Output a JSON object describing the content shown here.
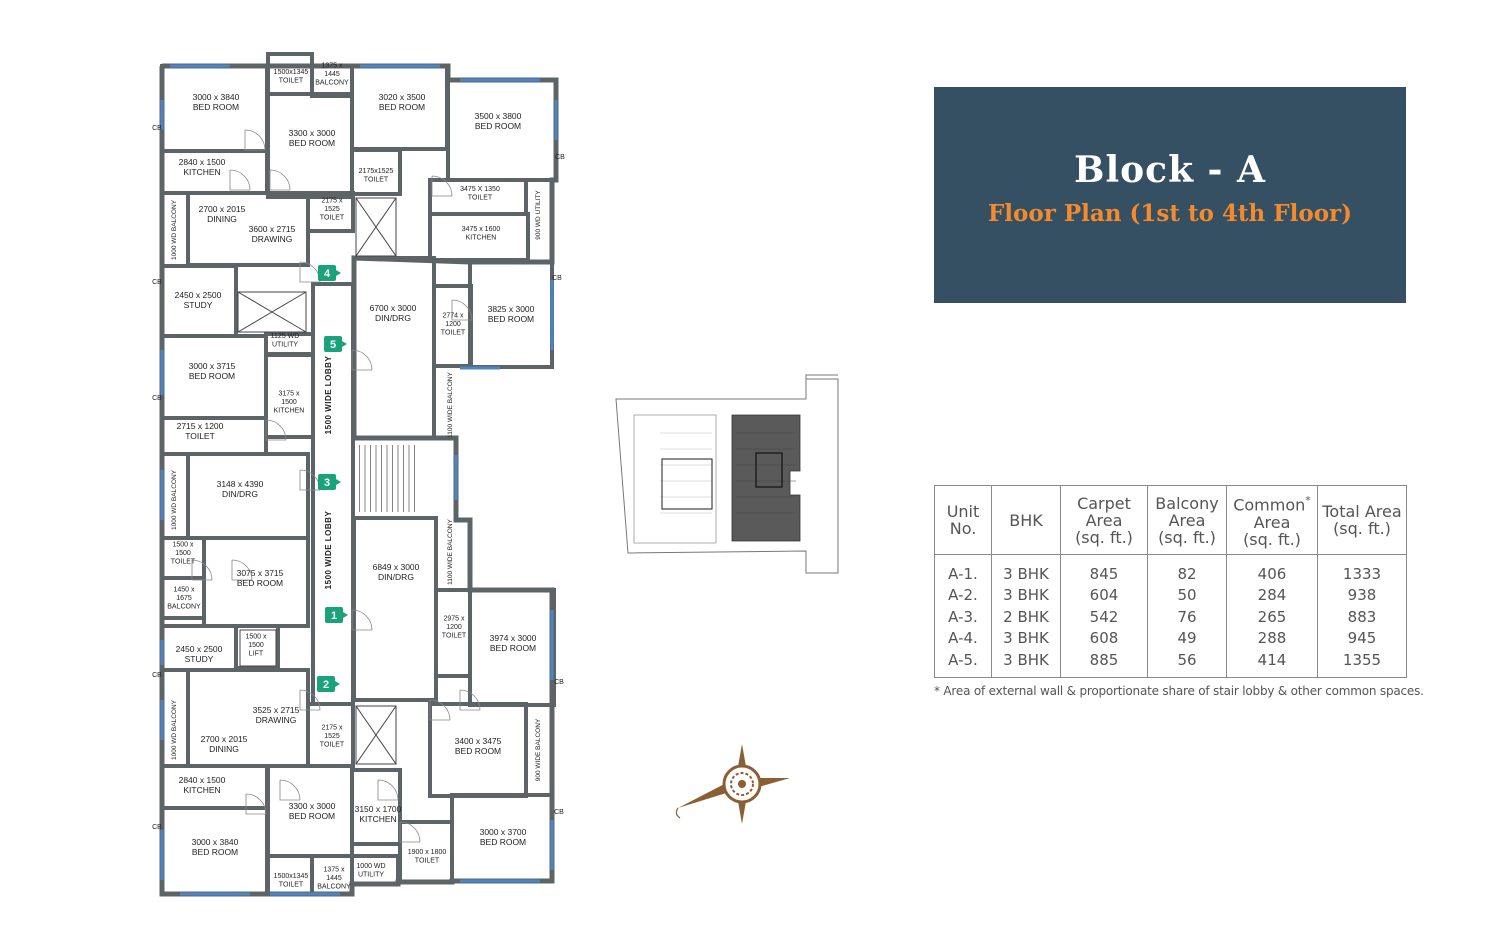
{
  "title": {
    "block": "Block - A",
    "floor_plan": "Floor Plan  (1st to 4th Floor)"
  },
  "table": {
    "headers": {
      "unit": [
        "Unit",
        "No."
      ],
      "bhk": "BHK",
      "carpet": [
        "Carpet",
        "Area",
        "(sq. ft.)"
      ],
      "balcony": [
        "Balcony",
        "Area",
        "(sq. ft.)"
      ],
      "common": [
        "Common",
        "Area",
        "(sq. ft.)"
      ],
      "common_mark": "*",
      "total": [
        "Total Area",
        "(sq. ft.)"
      ]
    },
    "rows": [
      {
        "unit": "A-1.",
        "bhk": "3 BHK",
        "carpet": "845",
        "balcony": "82",
        "common": "406",
        "total": "1333"
      },
      {
        "unit": "A-2.",
        "bhk": "3 BHK",
        "carpet": "604",
        "balcony": "50",
        "common": "284",
        "total": "938"
      },
      {
        "unit": "A-3.",
        "bhk": "2 BHK",
        "carpet": "542",
        "balcony": "76",
        "common": "265",
        "total": "883"
      },
      {
        "unit": "A-4.",
        "bhk": "3 BHK",
        "carpet": "608",
        "balcony": "49",
        "common": "288",
        "total": "945"
      },
      {
        "unit": "A-5.",
        "bhk": "3 BHK",
        "carpet": "885",
        "balcony": "56",
        "common": "414",
        "total": "1355"
      }
    ],
    "note": "* Area of external wall & proportionate share of stair lobby & other common spaces."
  },
  "plan": {
    "colors": {
      "wall": "#5d6468",
      "window": "#4a86c5",
      "marker": "#1aa37a",
      "compass": "#8b5e34"
    },
    "lobby_label": "1500 WIDE LOBBY",
    "unit_markers": [
      "1",
      "2",
      "3",
      "4",
      "5"
    ],
    "rooms": [
      {
        "id": "r1",
        "lines": [
          "3000 x 3840",
          "BED ROOM"
        ]
      },
      {
        "id": "r2",
        "lines": [
          "1500x1345",
          "TOILET"
        ]
      },
      {
        "id": "r3",
        "lines": [
          "1375 x",
          "1445",
          "BALCONY"
        ]
      },
      {
        "id": "r4",
        "lines": [
          "3020 x 3500",
          "BED ROOM"
        ]
      },
      {
        "id": "r5",
        "lines": [
          "3500 x 3800",
          "BED ROOM"
        ]
      },
      {
        "id": "r6",
        "lines": [
          "3300 x 3000",
          "BED ROOM"
        ]
      },
      {
        "id": "r7",
        "lines": [
          "2840 x 1500",
          "KITCHEN"
        ]
      },
      {
        "id": "r8",
        "lines": [
          "2175x1525",
          "TOILET"
        ]
      },
      {
        "id": "r9",
        "lines": [
          "3475 X 1350",
          "TOILET"
        ]
      },
      {
        "id": "r10",
        "lines": [
          "2700 x 2015",
          "DINING"
        ]
      },
      {
        "id": "r11",
        "lines": [
          "3600 x 2715",
          "DRAWING"
        ]
      },
      {
        "id": "r12",
        "lines": [
          "2175 x",
          "1525",
          "TOILET"
        ]
      },
      {
        "id": "r13",
        "lines": [
          "3475 x 1600",
          "KITCHEN"
        ]
      },
      {
        "id": "r14",
        "lines": [
          "2450 x 2500",
          "STUDY"
        ]
      },
      {
        "id": "r15",
        "lines": [
          "6700 x 3000",
          "DIN/DRG"
        ]
      },
      {
        "id": "r16",
        "lines": [
          "2774 x",
          "1200",
          "TOILET"
        ]
      },
      {
        "id": "r17",
        "lines": [
          "3825 x 3000",
          "BED ROOM"
        ]
      },
      {
        "id": "r18",
        "lines": [
          "1125 WD",
          "UTILITY"
        ]
      },
      {
        "id": "r19",
        "lines": [
          "3000 x 3715",
          "BED ROOM"
        ]
      },
      {
        "id": "r20",
        "lines": [
          "3175 x",
          "1500",
          "KITCHEN"
        ]
      },
      {
        "id": "r21",
        "lines": [
          "2715 x 1200",
          "TOILET"
        ]
      },
      {
        "id": "r22",
        "lines": [
          "3148 x 4390",
          "DIN/DRG"
        ]
      },
      {
        "id": "r23",
        "lines": [
          "1500 x",
          "1500",
          "TOILET"
        ]
      },
      {
        "id": "r24",
        "lines": [
          "3075 x 3715",
          "BED ROOM"
        ]
      },
      {
        "id": "r25",
        "lines": [
          "1450 x",
          "1675",
          "BALCONY"
        ]
      },
      {
        "id": "r26",
        "lines": [
          "6849 x 3000",
          "DIN/DRG"
        ]
      },
      {
        "id": "r27",
        "lines": [
          "2975 x",
          "1200",
          "TOILET"
        ]
      },
      {
        "id": "r28",
        "lines": [
          "3974 x 3000",
          "BED ROOM"
        ]
      },
      {
        "id": "r29",
        "lines": [
          "2450 x 2500",
          "STUDY"
        ]
      },
      {
        "id": "r30",
        "lines": [
          "1500 x",
          "1500",
          "LIFT"
        ]
      },
      {
        "id": "r31",
        "lines": [
          "3525 x 2715",
          "DRAWING"
        ]
      },
      {
        "id": "r32",
        "lines": [
          "2700 x 2015",
          "DINING"
        ]
      },
      {
        "id": "r33",
        "lines": [
          "2175 x",
          "1525",
          "TOILET"
        ]
      },
      {
        "id": "r34",
        "lines": [
          "3400 x 3475",
          "BED ROOM"
        ]
      },
      {
        "id": "r35",
        "lines": [
          "2840 x 1500",
          "KITCHEN"
        ]
      },
      {
        "id": "r36",
        "lines": [
          "3300 x 3000",
          "BED ROOM"
        ]
      },
      {
        "id": "r37",
        "lines": [
          "3150 x 1700",
          "KITCHEN"
        ]
      },
      {
        "id": "r38",
        "lines": [
          "3000 x 3700",
          "BED ROOM"
        ]
      },
      {
        "id": "r39",
        "lines": [
          "3000 x 3840",
          "BED ROOM"
        ]
      },
      {
        "id": "r40",
        "lines": [
          "1900 x 1800",
          "TOILET"
        ]
      },
      {
        "id": "r41",
        "lines": [
          "1500x1345",
          "TOILET"
        ]
      },
      {
        "id": "r42",
        "lines": [
          "1375 x",
          "1445",
          "BALCONY"
        ]
      },
      {
        "id": "r43",
        "lines": [
          "1000 WD",
          "UTILITY"
        ]
      }
    ],
    "vertical_labels": [
      {
        "id": "v1",
        "text": "1000 WD BALCONY"
      },
      {
        "id": "v2",
        "text": "900 WD UTILITY"
      },
      {
        "id": "v3",
        "text": "1100 WIDE BALCONY"
      },
      {
        "id": "v4",
        "text": "1000 WD BALCONY"
      },
      {
        "id": "v5",
        "text": "1100 WIDE BALCONY"
      },
      {
        "id": "v6",
        "text": "1000 WD BALCONY"
      },
      {
        "id": "v7",
        "text": "900 WIDE BALCONY"
      }
    ],
    "cb_label": "CB"
  }
}
